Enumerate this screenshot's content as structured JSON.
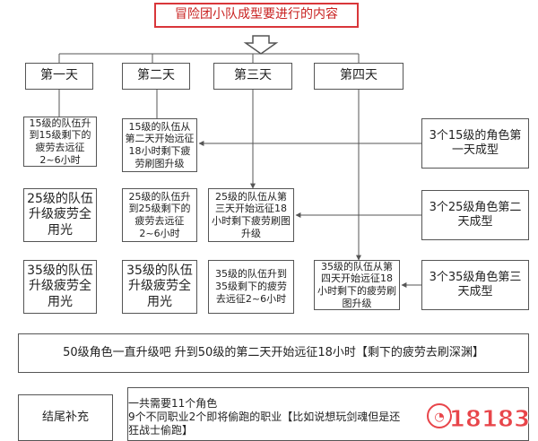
{
  "title": "冒险团小队成型要进行的内容",
  "days": [
    "第一天",
    "第二天",
    "第三天",
    "第四天"
  ],
  "col1": [
    "15级的队伍升到15级剩下的疲劳去远征2~6小时",
    "25级的队伍升级疲劳全用光",
    "35级的队伍升级疲劳全用光"
  ],
  "col2": [
    "15级的队伍从第二天开始远征18小时剩下疲劳刷图升级",
    "25级的队伍升到25级剩下的疲劳去远征2~6小时",
    "35级的队伍升级疲劳全用光"
  ],
  "col3": [
    "25级的队伍从第三天开始远征18小时剩下疲劳刷图升级",
    "35级的队伍升到35级剩下的疲劳去远征2~6小时"
  ],
  "col4": [
    "35级的队伍从第四天开始远征18小时剩下的疲劳刷图升级"
  ],
  "side": [
    "3个15级的角色第一天成型",
    "3个25级角色第二天成型",
    "3个35级角色第三天成型"
  ],
  "summary": "50级角色一直升级吧 升到50级的第二天开始远征18小时【剩下的疲劳去刷深渊】",
  "ending_label": "结尾补充",
  "ending_lines": [
    "一共需要11个角色",
    "9个不同职业2个即将偷跑的职业【比如说想玩剑魂但是还",
    "狂战士偷跑】"
  ],
  "watermark": "18183",
  "colors": {
    "title_border": "#d9363a",
    "title_text": "#c8201f",
    "line": "#555555",
    "logo": "#e8454a"
  }
}
